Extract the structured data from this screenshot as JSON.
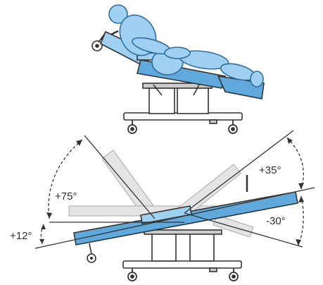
{
  "diagram": {
    "subject": "treatment chair illustrations",
    "angle_labels": {
      "backrest_up": "+75°",
      "leg_up": "+35°",
      "leg_down": "-30°",
      "tilt_up": "+12°"
    },
    "colors": {
      "primary_blue": "#5fa9dc",
      "light_blue": "#9fd0f2",
      "outline": "#333333",
      "ghost_gray": "#d8d8d8"
    }
  }
}
